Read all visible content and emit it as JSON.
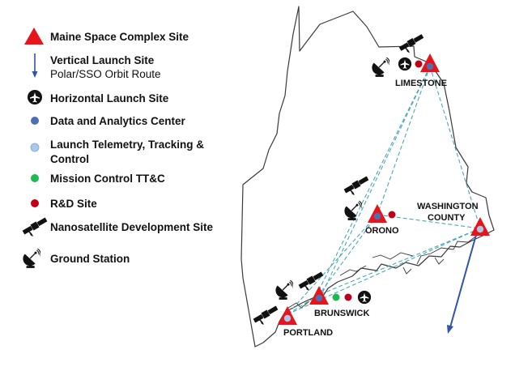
{
  "legend": {
    "items": [
      {
        "label": "Maine Space Complex Site",
        "sub": "",
        "icon": "red-triangle-icon"
      },
      {
        "label": "Vertical Launch Site",
        "sub": "Polar/SSO Orbit Route",
        "icon": "blue-arrow-icon"
      },
      {
        "label": "Horizontal Launch Site",
        "sub": "",
        "icon": "airplane-icon"
      },
      {
        "label": "Data and Analytics Center",
        "sub": "",
        "icon": "blue-dot-icon"
      },
      {
        "label": "Launch Telemetry, Tracking &",
        "sub": "Control",
        "icon": "light-blue-dot-icon"
      },
      {
        "label": "Mission Control TT&C",
        "sub": "",
        "icon": "green-dot-icon"
      },
      {
        "label": "R&D Site",
        "sub": "",
        "icon": "red-dot-icon"
      },
      {
        "label": "Nanosatellite Development Site",
        "sub": "",
        "icon": "satellite-icon"
      },
      {
        "label": "Ground Station",
        "sub": "",
        "icon": "ground-station-icon"
      }
    ]
  },
  "sites": {
    "limestone": "LIMESTONE",
    "orono": "ORONO",
    "washington_line1": "WASHINGTON",
    "washington_line2": "COUNTY",
    "brunswick": "BRUNSWICK",
    "portland": "PORTLAND"
  },
  "colors": {
    "triangle": "#e8141b",
    "analytics_dot": "#4f6fb0",
    "telemetry_dot": "#a9c8ea",
    "mission_dot": "#1db954",
    "rd_dot": "#c0001a",
    "route": "#4aa7b8",
    "launch_arrow": "#2f55a4"
  }
}
